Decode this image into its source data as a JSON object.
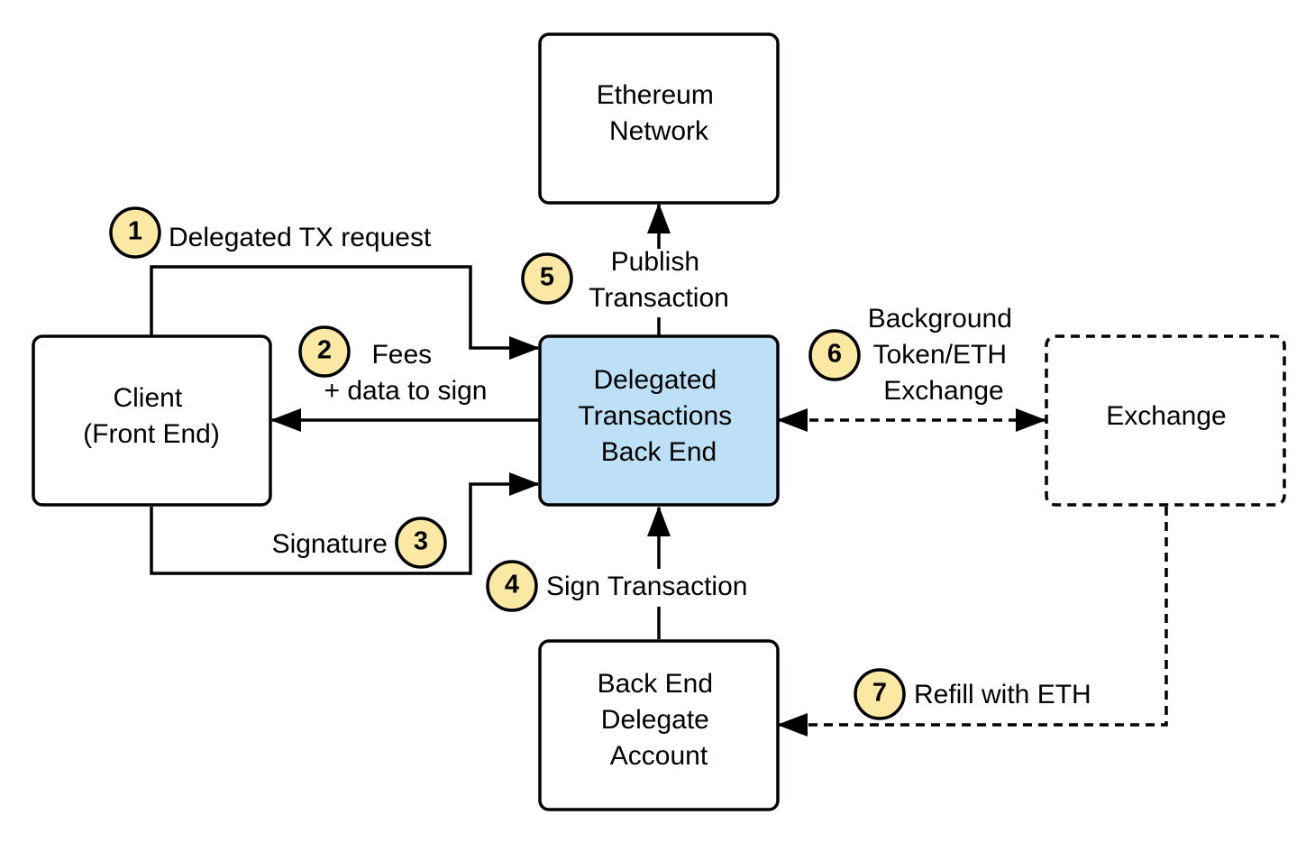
{
  "diagram": {
    "colors": {
      "highlight_fill": "#bde0f6",
      "badge_fill": "#fbe8a4",
      "stroke": "#000000",
      "box_fill": "#ffffff"
    },
    "nodes": {
      "ethereum_network": {
        "lines": [
          "Ethereum",
          "Network"
        ]
      },
      "client": {
        "lines": [
          "Client",
          "(Front End)"
        ]
      },
      "delegated_backend": {
        "lines": [
          "Delegated",
          "Transactions",
          "Back End"
        ]
      },
      "exchange": {
        "lines": [
          "Exchange"
        ]
      },
      "delegate_account": {
        "lines": [
          "Back End",
          "Delegate",
          "Account"
        ]
      }
    },
    "edges": {
      "step1": {
        "number": "1",
        "lines": [
          "Delegated TX request"
        ]
      },
      "step2": {
        "number": "2",
        "lines": [
          "Fees",
          "+ data to sign"
        ]
      },
      "step3": {
        "number": "3",
        "lines": [
          "Signature"
        ]
      },
      "step4": {
        "number": "4",
        "lines": [
          "Sign Transaction"
        ]
      },
      "step5": {
        "number": "5",
        "lines": [
          "Publish",
          "Transaction"
        ]
      },
      "step6": {
        "number": "6",
        "lines": [
          "Background",
          "Token/ETH",
          "Exchange"
        ]
      },
      "step7": {
        "number": "7",
        "lines": [
          "Refill with ETH"
        ]
      }
    }
  }
}
